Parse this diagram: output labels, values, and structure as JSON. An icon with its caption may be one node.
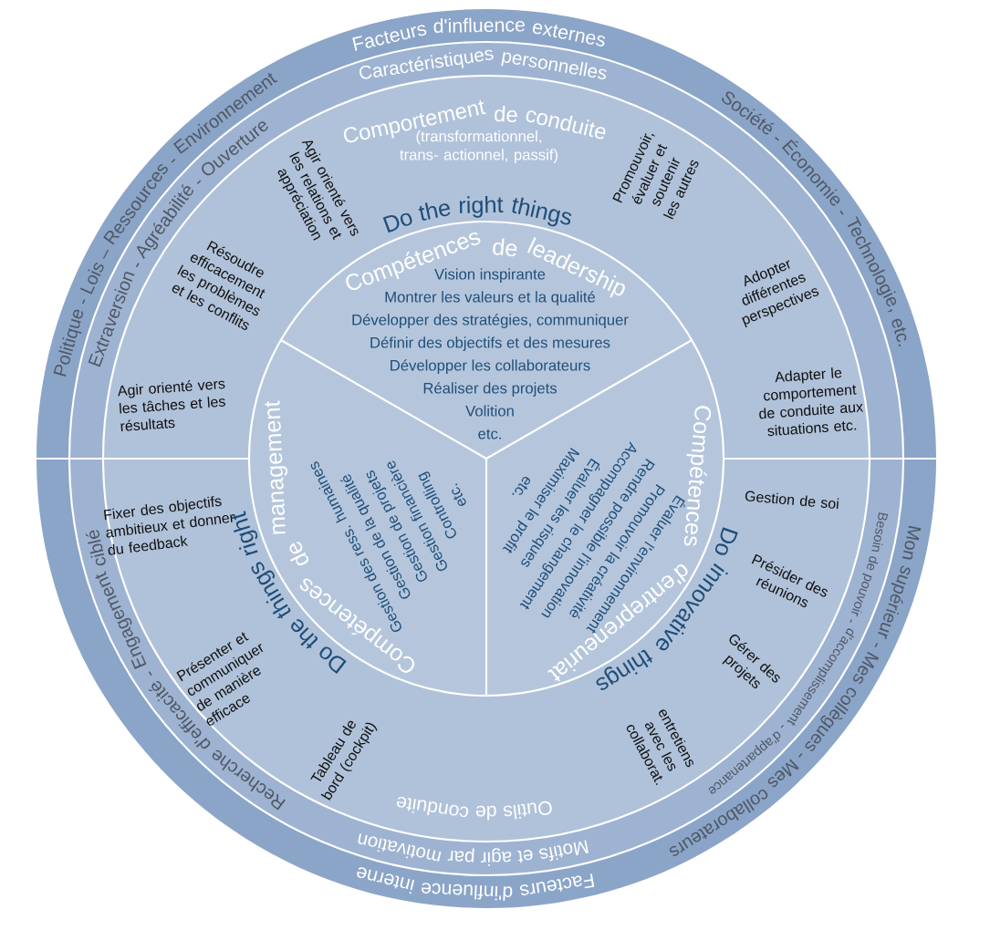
{
  "diagram": {
    "labels": [
      "Facteurs d'influence externes",
      "Politique - Lois – Ressources - Environnement",
      "Société - Économie - Technologie, etc.",
      "Caractéristiques personnelles",
      "Extraversion - Agréabilité - Ouverture",
      "Comportement de conduite",
      "(transformationnel, trans- actionnel, passif)",
      "Agir orienté vers les relations et appréciation",
      "Promouvoir, évaluer et soutenir les autres",
      "Do the right things",
      "Compétences de leadership",
      "Résoudre efficacement les problèmes et les conflits",
      "Adopter différentes perspectives",
      "Vision inspirante",
      "Montrer les valeurs et la qualité",
      "Développer des stratégies, communiquer",
      "Définir des objectifs et des mesures",
      "Développer les collaborateurs",
      "Réaliser des projets",
      "Volition",
      "etc.",
      "Agir orienté vers les tâches et les résultats",
      "Adapter le comportement de conduite aux situations etc.",
      "Compétences de management",
      "Gestion des ress. humaines",
      "Gestion de la qualité",
      "Gestion de projets",
      "Gestion financière",
      "Controlling",
      "etc.",
      "Compétences d'entrepreneuriat",
      "Évaluer l'environnement",
      "Promouvoir la créativité",
      "Rendre possible l'innovation",
      "Accompagner le changement",
      "Évaluer les risques",
      "Maximiser le profit",
      "etc.",
      "Fixer des objectifs ambitieux et donner du feedback",
      "Gestion de soi",
      "Présider des réunions",
      "Do the things right",
      "Do innovative things",
      "Présenter et communiquer de manière efficace",
      "Gérer des projets",
      "Tableau de bord (cockpit)",
      "entretiens avec les collaborat.",
      "Outils de conduite",
      "Recherche d'efficacité - Engagement ciblé",
      "Besoin de pouvoir - d'accomplissement - d'appartenance",
      "Mon supérieur - Mes collègues - Mes collaborateurs",
      "Motifs et agir par motivation",
      "Facteurs d'influence interne"
    ]
  }
}
